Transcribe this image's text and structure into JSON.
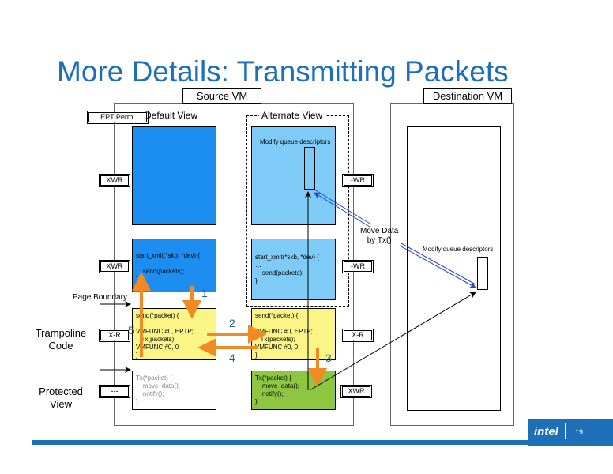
{
  "title": "More Details: Transmitting Packets",
  "source_vm": "Source VM",
  "destination_vm": "Destination VM",
  "ept_perm": "EPT Perm.",
  "default_view": "Default View",
  "alternate_view": "Alternate View",
  "modify_queue_descriptors": "Modify queue descriptors",
  "move_data": "Move Data\nby Tx()",
  "page_boundary": "Page Boundary",
  "trampoline_code": "Trampoline\nCode",
  "protected_view": "Protected\nView",
  "perms": {
    "xwr_1": "XWR",
    "wr_1": "-WR",
    "xwr_2": "XWR",
    "wr_2": "-WR",
    "xr_1": "X-R",
    "xr_2": "X-R",
    "none": "---",
    "xwr_3": "XWR"
  },
  "code": {
    "start_xmit_default": "start_xmit(*skb, *dev) {\n…\n    send(packets);\n}",
    "start_xmit_alt": "start_xmit(*skb, *dev) {\n…\n    send(packets);\n}",
    "send_default": "send(*packet) {\n…\nVMFUNC #0, EPTP;\n   Tx(packets);\nVMFUNC #0, 0\n}",
    "send_alt": "send(*packet) {\n…\nVMFUNC #0, EPTP;\n   Tx(packets);\nVMFUNC #0, 0\n}",
    "tx_default": "Tx(*packet) {\n    move_data();\n    notify();\n}",
    "tx_alt": "Tx(*packet) {\n    move_data();\n    notify();\n}"
  },
  "steps": {
    "s1": "1",
    "s2": "2",
    "s3": "3",
    "s4": "4",
    "s5": "5"
  },
  "logo": "intel",
  "page_number": "19",
  "colors": {
    "title": "#1d6fb8",
    "arrow": "#f08a24",
    "blue_dark": "#1c8ef2",
    "blue_light": "#7fcbf7",
    "yellow": "#fbf588",
    "green": "#8fc641"
  }
}
